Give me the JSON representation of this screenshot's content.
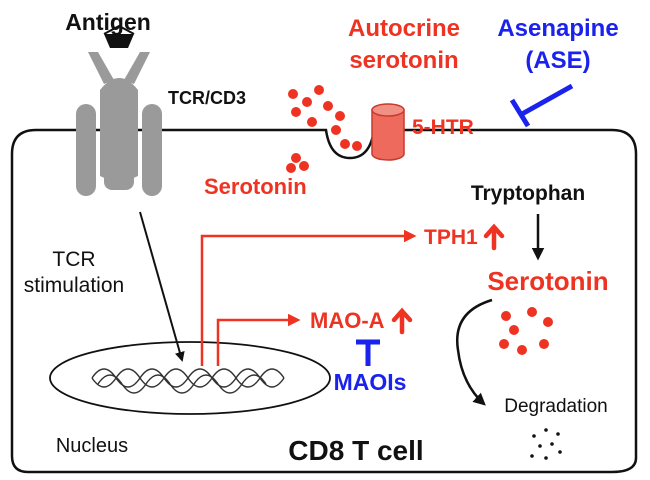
{
  "labels": {
    "antigen": "Antigen",
    "tcr_cd3": "TCR/CD3",
    "autocrine_line1": "Autocrine",
    "autocrine_line2": "serotonin",
    "asenapine_line1": "Asenapine",
    "asenapine_line2": "(ASE)",
    "receptor": "5-HTR",
    "serotonin_left": "Serotonin",
    "tryptophan": "Tryptophan",
    "tph1": "TPH1",
    "serotonin_right": "Serotonin",
    "tcr_line1": "TCR",
    "tcr_line2": "stimulation",
    "maoa": "MAO-A",
    "maois": "MAOIs",
    "degradation": "Degradation",
    "nucleus": "Nucleus",
    "cell": "CD8 T cell"
  },
  "colors": {
    "red": "#ee3322",
    "blue": "#1a22ee",
    "black": "#111111",
    "receptor_fill": "#ee6a5c",
    "receptor_stroke": "#c83a2c",
    "tcr_fill": "#9a9a9a"
  },
  "icons": {
    "receptor": "serotonin-receptor-cylinder-icon",
    "tcr": "tcr-cd3-complex-icon",
    "dna": "dna-helix-icon",
    "up_arrow": "up-arrow-icon",
    "inhibit": "inhibition-bar-icon"
  }
}
